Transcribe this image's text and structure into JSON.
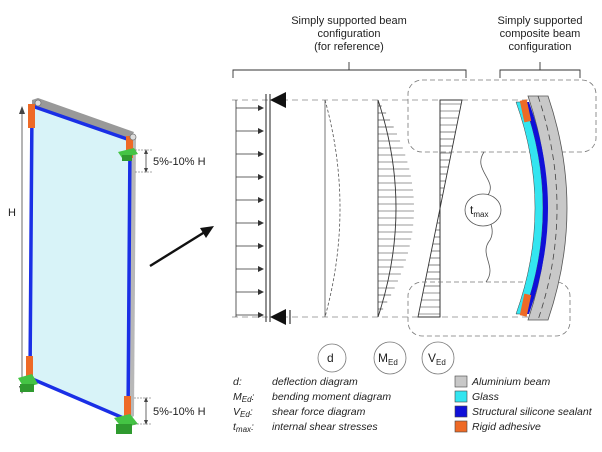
{
  "headers": {
    "reference_line1": "Simply supported beam",
    "reference_line2": "configuration",
    "reference_line3": "(for reference)",
    "composite_line1": "Simply supported",
    "composite_line2": "composite beam",
    "composite_line3": "configuration"
  },
  "dimensions": {
    "height_label": "H",
    "top_support_range": "5%-10% H",
    "bottom_support_range": "5%-10% H"
  },
  "diagram_labels": {
    "deflection": "d",
    "moment_main": "M",
    "moment_sub": "Ed",
    "shear_main": "V",
    "shear_sub": "Ed",
    "stress_main": "t",
    "stress_sub": "max"
  },
  "legend_left": [
    {
      "key_main": "d",
      "key_sub": "",
      "desc": "deflection diagram"
    },
    {
      "key_main": "M",
      "key_sub": "Ed",
      "desc": "bending moment diagram"
    },
    {
      "key_main": "V",
      "key_sub": "Ed",
      "desc": "shear force diagram"
    },
    {
      "key_main": "t",
      "key_sub": "max",
      "desc": "internal shear stresses"
    }
  ],
  "legend_right": [
    {
      "label": "Aluminium beam",
      "color": "#c8c8c8"
    },
    {
      "label": "Glass",
      "color": "#33e5f0"
    },
    {
      "label": "Structural silicone sealant",
      "color": "#1010d8"
    },
    {
      "label": "Rigid adhesive",
      "color": "#ee6a26"
    }
  ],
  "colors": {
    "glass_panel": "#d8f3f8",
    "frame_blue": "#1a2fe6",
    "aluminium": "#a8a8a8",
    "adhesive": "#ee6a26",
    "support_green": "#44c444"
  }
}
